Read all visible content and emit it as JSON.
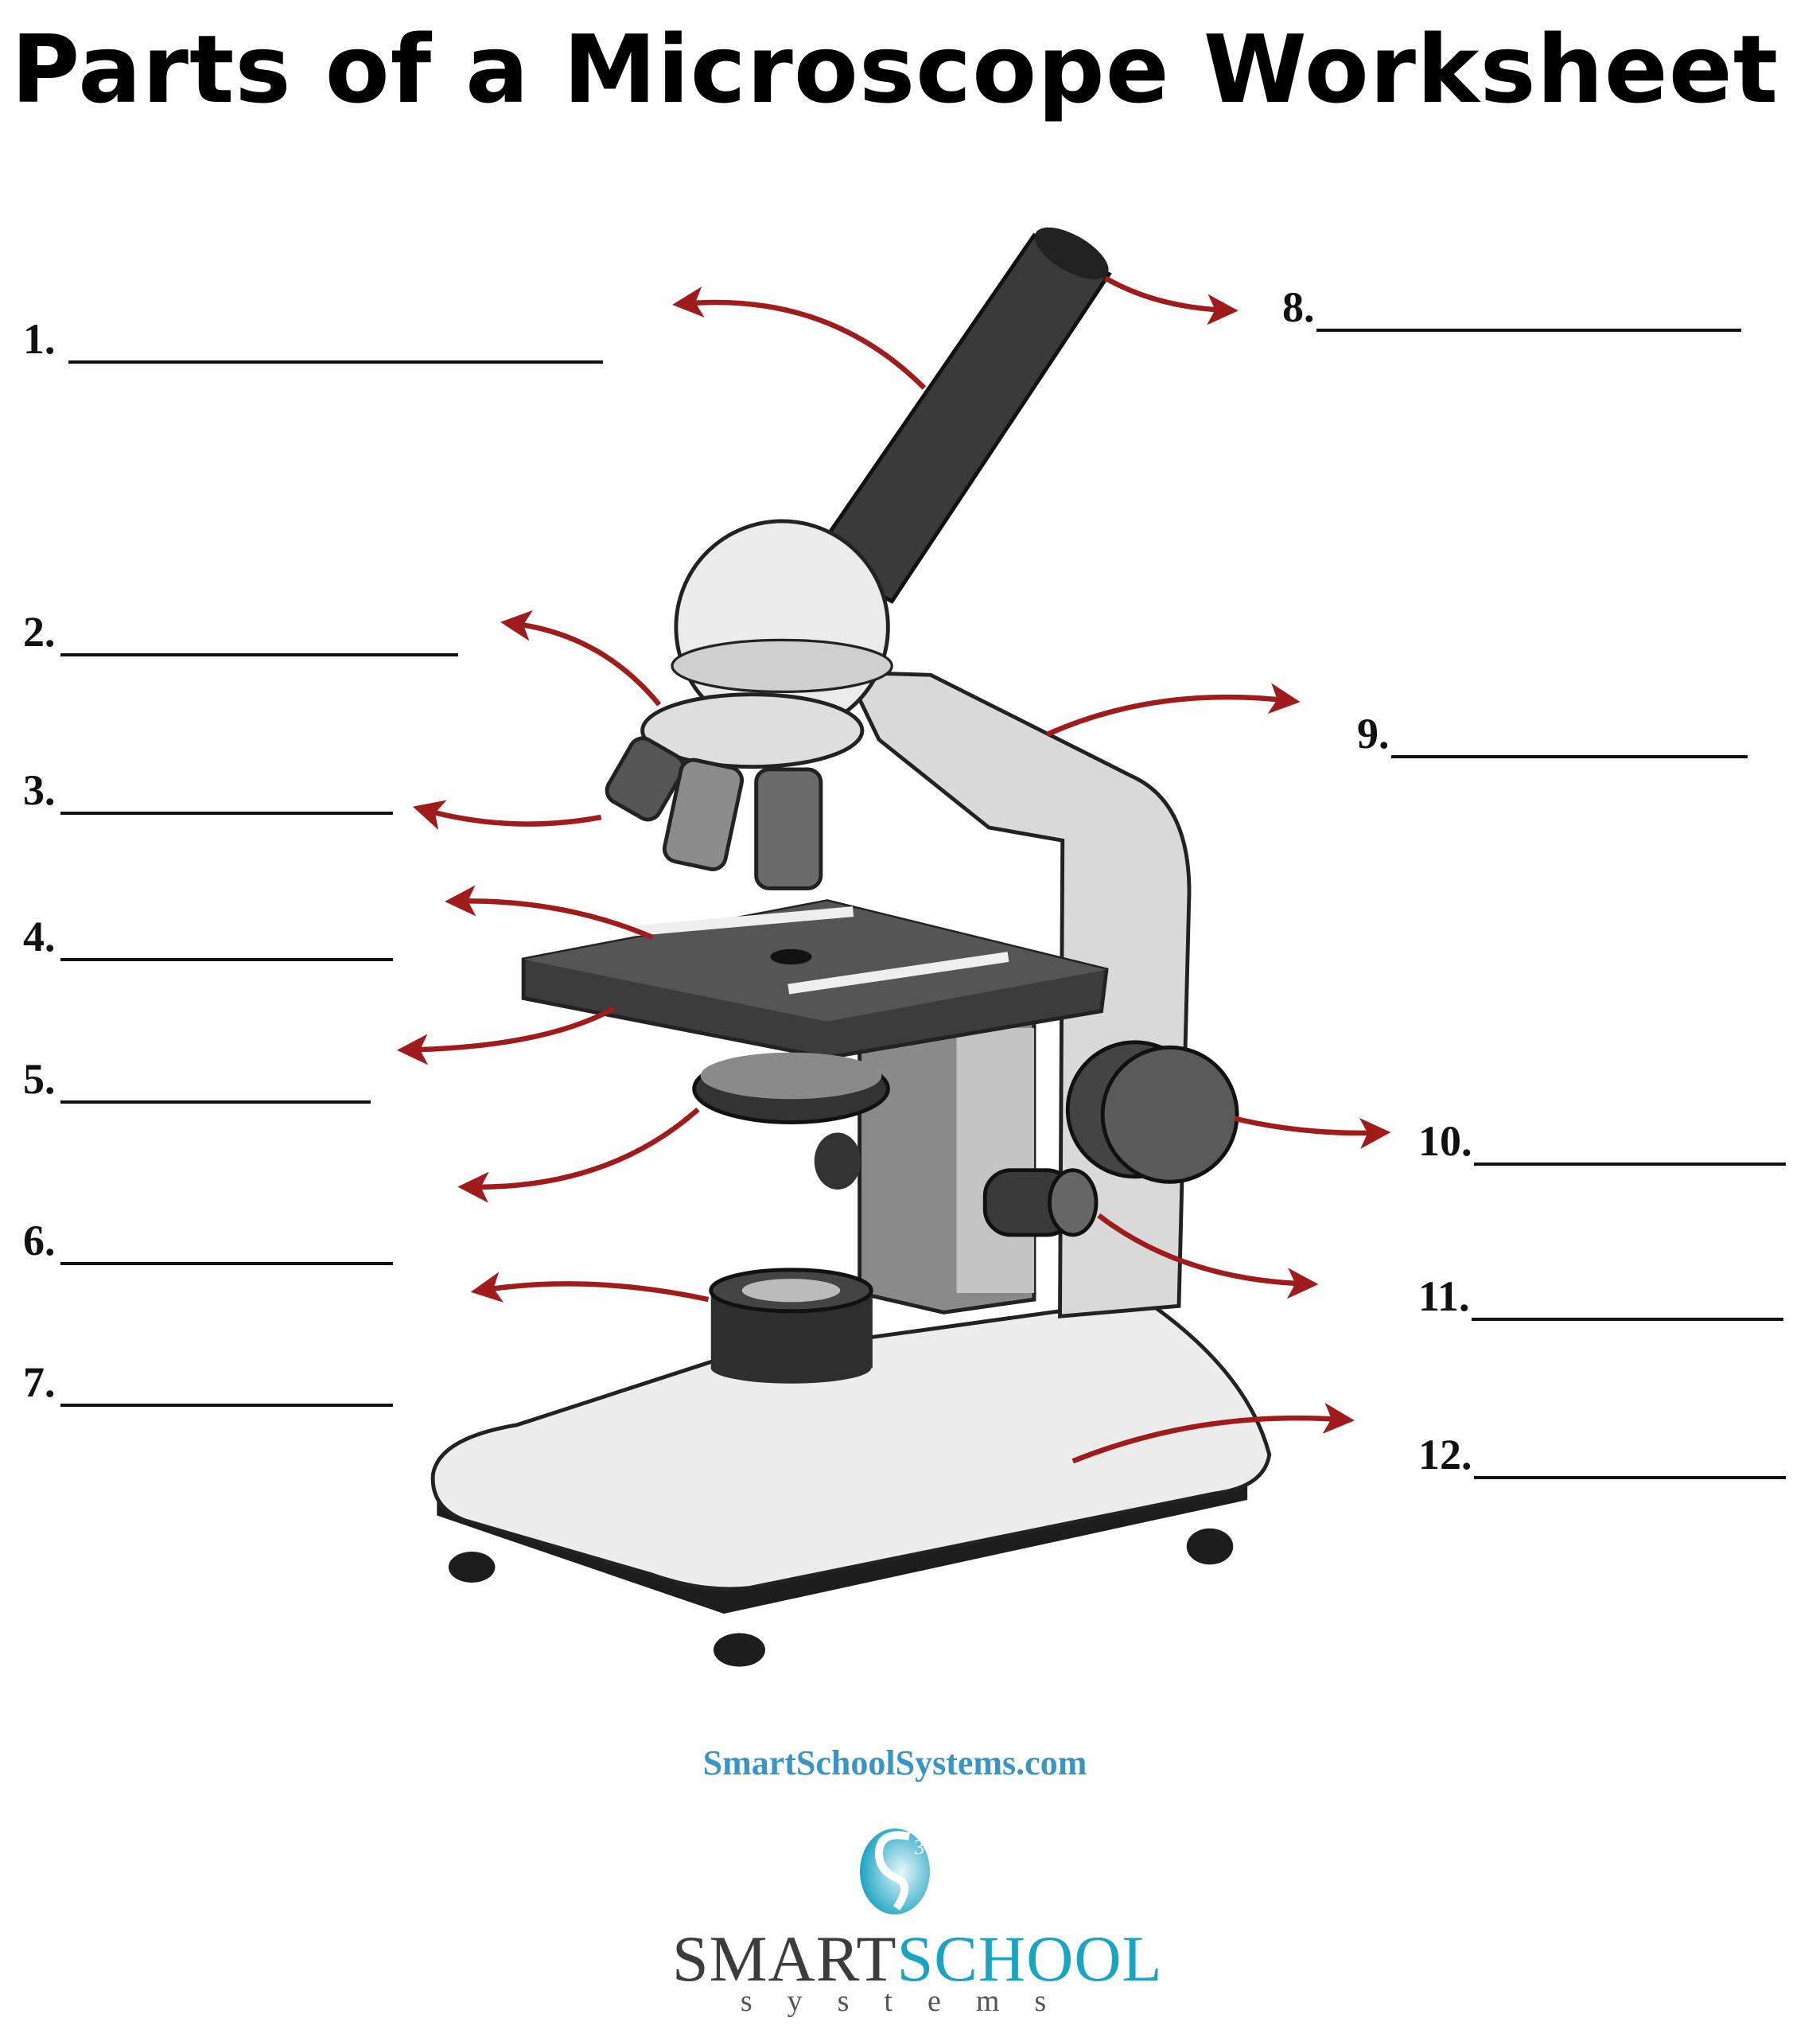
{
  "title": "Parts of a Microscope Worksheet",
  "labels": [
    "1.",
    "2.",
    "3.",
    "4.",
    "5.",
    "6.",
    "7.",
    "8.",
    "9.",
    "10.",
    "11.",
    "12."
  ],
  "website": "SmartSchoolSystems.com",
  "logo": {
    "mark": "S3",
    "word1": "SMART",
    "word2": "SCHOOL",
    "tagline": "systems"
  },
  "colors": {
    "arrow": "#a01c1c",
    "brand_blue": "#1ba3c2",
    "link_blue": "#3a95c4"
  }
}
